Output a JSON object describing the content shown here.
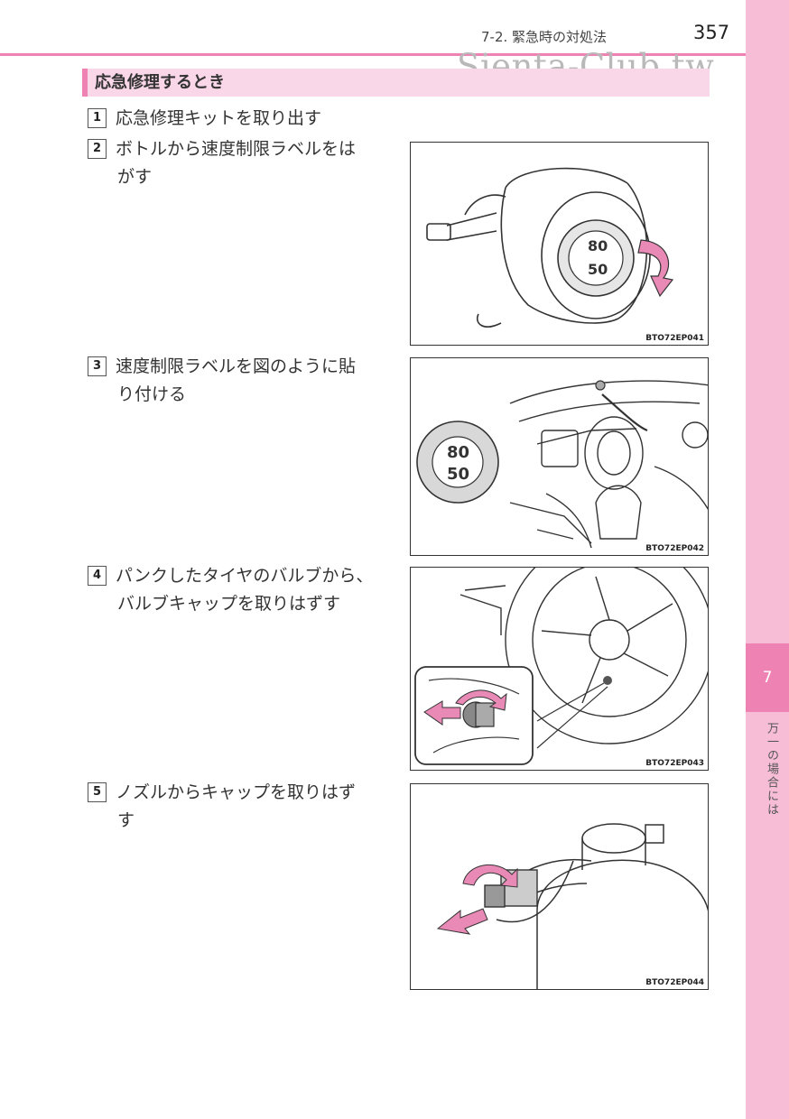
{
  "header": {
    "section": "7-2. 緊急時の対処法",
    "page_number": "357",
    "watermark": "Sienta-Club.tw"
  },
  "side_tab": {
    "chapter_number": "7",
    "chapter_title": "万一の場合には"
  },
  "section_title": "応急修理するとき",
  "steps": [
    {
      "num": "1",
      "line1": "応急修理キットを取り出す",
      "line2": ""
    },
    {
      "num": "2",
      "line1": "ボトルから速度制限ラベルをは",
      "line2": "がす"
    },
    {
      "num": "3",
      "line1": "速度制限ラベルを図のように貼",
      "line2": "り付ける"
    },
    {
      "num": "4",
      "line1": "パンクしたタイヤのバルブから、",
      "line2": "バルブキャップを取りはずす"
    },
    {
      "num": "5",
      "line1": "ノズルからキャップを取りはず",
      "line2": "す"
    }
  ],
  "figures": [
    {
      "code": "BTO72EP041"
    },
    {
      "code": "BTO72EP042",
      "label_top": "80",
      "label_bottom": "50"
    },
    {
      "code": "BTO72EP043"
    },
    {
      "code": "BTO72EP044"
    }
  ],
  "colors": {
    "accent_pink": "#ee83b3",
    "light_pink": "#f7bdd6",
    "title_bg": "#fad7e8",
    "arrow_pink": "#e98ab6"
  }
}
